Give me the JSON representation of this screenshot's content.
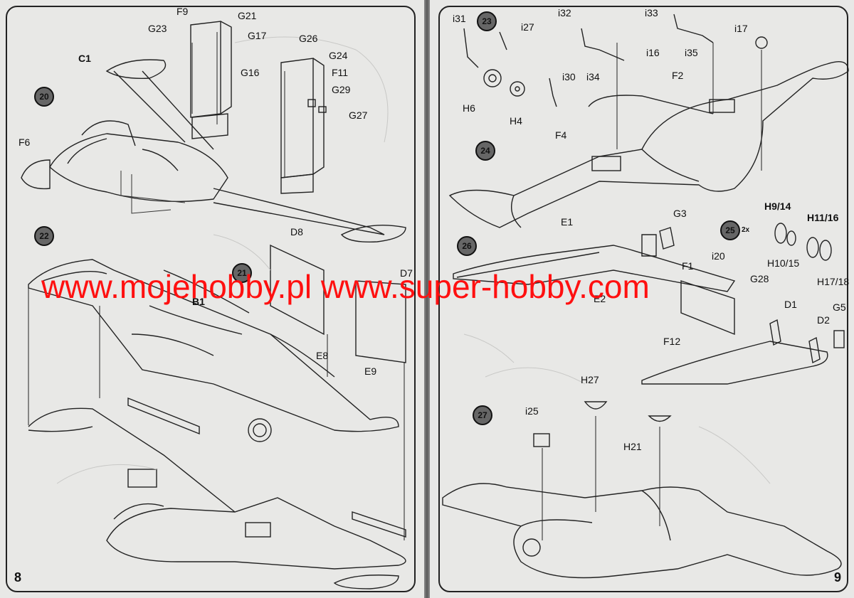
{
  "pages": {
    "left": {
      "number": "8",
      "steps": [
        "20",
        "21",
        "22"
      ],
      "parts": [
        "F9",
        "G21",
        "G23",
        "G17",
        "C1",
        "G26",
        "G24",
        "G16",
        "F11",
        "G29",
        "G27",
        "F6",
        "D8",
        "D7",
        "B1",
        "E8",
        "E9"
      ]
    },
    "right": {
      "number": "9",
      "steps": [
        "23",
        "24",
        "25",
        "26",
        "27"
      ],
      "quantity_note": "2x",
      "parts": [
        "i31",
        "i27",
        "i32",
        "i33",
        "i17",
        "i16",
        "i35",
        "i34",
        "i30",
        "H6",
        "H4",
        "F2",
        "F4",
        "E1",
        "G3",
        "H9/14",
        "H11/16",
        "H10/15",
        "i20",
        "F1",
        "G28",
        "H17/18",
        "E2",
        "D1",
        "G5",
        "D2",
        "F12",
        "H27",
        "i25",
        "H21"
      ]
    }
  },
  "watermark": {
    "text": "www.mojehobby.pl www.super-hobby.com",
    "color": "#ff1010"
  }
}
